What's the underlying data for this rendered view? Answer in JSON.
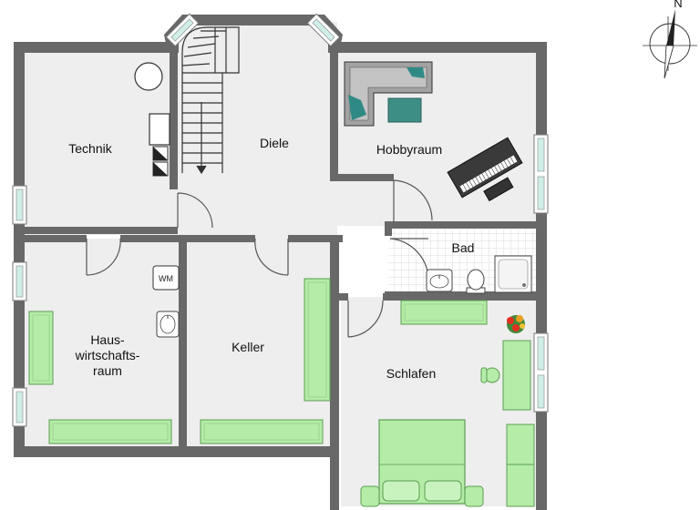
{
  "rooms": {
    "technik": "Technik",
    "diele": "Diele",
    "hobbyraum": "Hobbyraum",
    "bad": "Bad",
    "hauswirtschaftsraum_line1": "Haus-",
    "hauswirtschaftsraum_line2": "wirtschafts-",
    "hauswirtschaftsraum_line3": "raum",
    "keller": "Keller",
    "schlafen": "Schlafen"
  },
  "appliances": {
    "washing_machine": "WM"
  },
  "compass": {
    "north": "N"
  },
  "colors": {
    "wall": "#686868",
    "floor": "#eeeeee",
    "furniture_green": "#b4eca8",
    "furniture_green_edge": "#5c9e52",
    "window_glass": "#cfeee8",
    "sofa_gray": "#a2a2a2",
    "teal": "#3d8f86",
    "piano_dark": "#3a3a3a"
  }
}
